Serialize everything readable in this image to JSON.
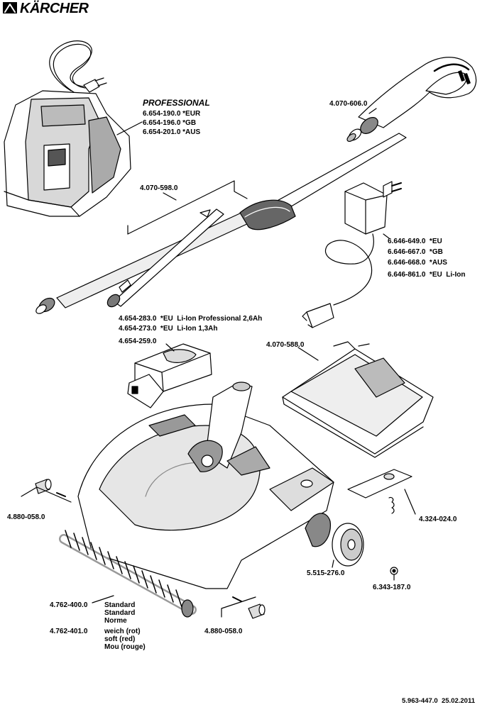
{
  "brand": "KÄRCHER",
  "charger_title": "PROFESSIONAL",
  "charger_parts": [
    "6.654-190.0 *EUR",
    "6.654-196.0 *GB",
    "6.654-201.0 *AUS"
  ],
  "handle_part": "4.070-606.0",
  "tube_part": "4.070-598.0",
  "adapter_parts": [
    "6.646-649.0  *EU",
    "6.646-667.0  *GB",
    "6.646-668.0  *AUS",
    "6.646-861.0  *EU  Li-Ion"
  ],
  "battery_parts": [
    "4.654-283.0  *EU  Li-Ion Professional 2,6Ah",
    "4.654-273.0  *EU  Li-Ion 1,3Ah"
  ],
  "battery_small_part": "4.654-259.0",
  "tray_part": "4.070-588.0",
  "roller_left_part": "4.880-058.0",
  "cover_part": "4.324-024.0",
  "wheel_part": "5.515-276.0",
  "nut_part": "6.343-187.0",
  "brush_standard": {
    "part": "4.762-400.0",
    "names": [
      "Standard",
      "Standard",
      "Norme"
    ]
  },
  "brush_soft": {
    "part": "4.762-401.0",
    "names": [
      "weich (rot)",
      "soft (red)",
      "Mou (rouge)"
    ]
  },
  "roller_bottom_part": "4.880-058.0",
  "footer": "5.963-447.0  25.02.2011"
}
